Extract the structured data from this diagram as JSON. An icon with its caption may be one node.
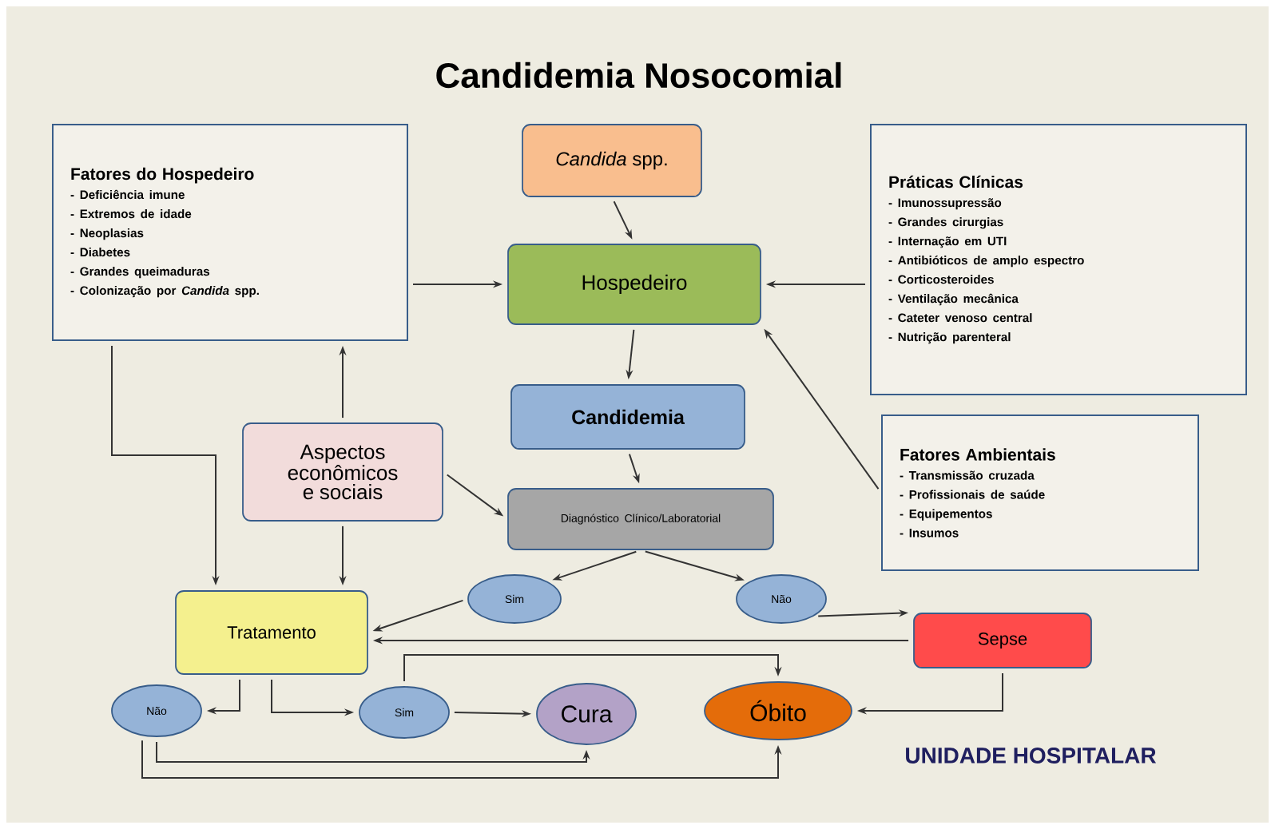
{
  "diagram": {
    "title": "Candidemia Nosocomial",
    "nodes": [
      {
        "text": [
          "Fatores do Hospedeiro",
          "- Deficiência imune",
          "- Extremos de idade",
          "- Neoplasias",
          "- Diabetes",
          "- Grandes queimaduras",
          "- Colonização por *Candida* spp."
        ]
      },
      {
        "text": [
          "*Candida* spp."
        ]
      },
      {
        "text": [
          "Práticas Clínicas",
          "- Imunossupressão",
          "- Grandes cirurgias",
          "- Internação em UTI",
          "- Antibióticos de amplo espectro",
          "- Corticosteroides",
          "- Ventilação mecânica",
          "- Cateter venoso central",
          "- Nutrição parenteral"
        ]
      },
      {
        "text": [
          "Hospedeiro"
        ]
      },
      {
        "text": [
          "Candidemia"
        ]
      },
      {
        "text": [
          "Fatores Ambientais",
          "- Transmissão cruzada",
          "- Profissionais de saúde",
          "- Equipementos",
          "- Insumos"
        ]
      },
      {
        "text": [
          "Aspectos econômicos e sociais"
        ]
      },
      {
        "text": [
          "Diagnóstico Clínico/Laboratorial"
        ]
      },
      {
        "text": [
          "Sim"
        ]
      },
      {
        "text": [
          "Não"
        ]
      },
      {
        "text": [
          "Tratamento"
        ]
      },
      {
        "text": [
          "Sepse"
        ]
      },
      {
        "text": [
          "Não"
        ]
      },
      {
        "text": [
          "Sim"
        ]
      },
      {
        "text": [
          "Cura"
        ]
      },
      {
        "text": [
          "Óbito"
        ]
      }
    ],
    "edges": [
      {
        "from": 1,
        "to": 3,
        "arrow": "to"
      },
      {
        "from": 0,
        "to": 3,
        "arrow": "to"
      },
      {
        "from": 2,
        "to": 3,
        "arrow": "to"
      },
      {
        "from": 5,
        "to": 3,
        "arrow": "to"
      },
      {
        "from": 3,
        "to": 4,
        "arrow": "to"
      },
      {
        "from": 4,
        "to": 7,
        "arrow": "to"
      },
      {
        "from": 6,
        "to": 0,
        "arrow": "to"
      },
      {
        "from": 6,
        "to": 7,
        "arrow": "to"
      },
      {
        "from": 0,
        "to": 10,
        "arrow": "to"
      },
      {
        "from": 6,
        "to": 10,
        "arrow": "to"
      },
      {
        "from": 7,
        "to": 8,
        "arrow": "to"
      },
      {
        "from": 8,
        "to": 10,
        "arrow": "to"
      },
      {
        "from": 7,
        "to": 9,
        "arrow": "to"
      },
      {
        "from": 9,
        "to": 11,
        "arrow": "to"
      },
      {
        "from": 11,
        "to": 10,
        "arrow": "to"
      },
      {
        "from": 10,
        "to": 12,
        "arrow": "to"
      },
      {
        "from": 10,
        "to": 13,
        "arrow": "to"
      },
      {
        "from": 13,
        "to": 14,
        "arrow": "to"
      },
      {
        "from": 13,
        "to": 15,
        "arrow": "to"
      },
      {
        "from": 12,
        "to": 14,
        "arrow": "to"
      },
      {
        "from": 12,
        "to": 15,
        "arrow": "to"
      },
      {
        "from": 11,
        "to": 15,
        "arrow": "to"
      }
    ],
    "labels": [
      "UNIDADE HOSPITALAR"
    ]
  }
}
